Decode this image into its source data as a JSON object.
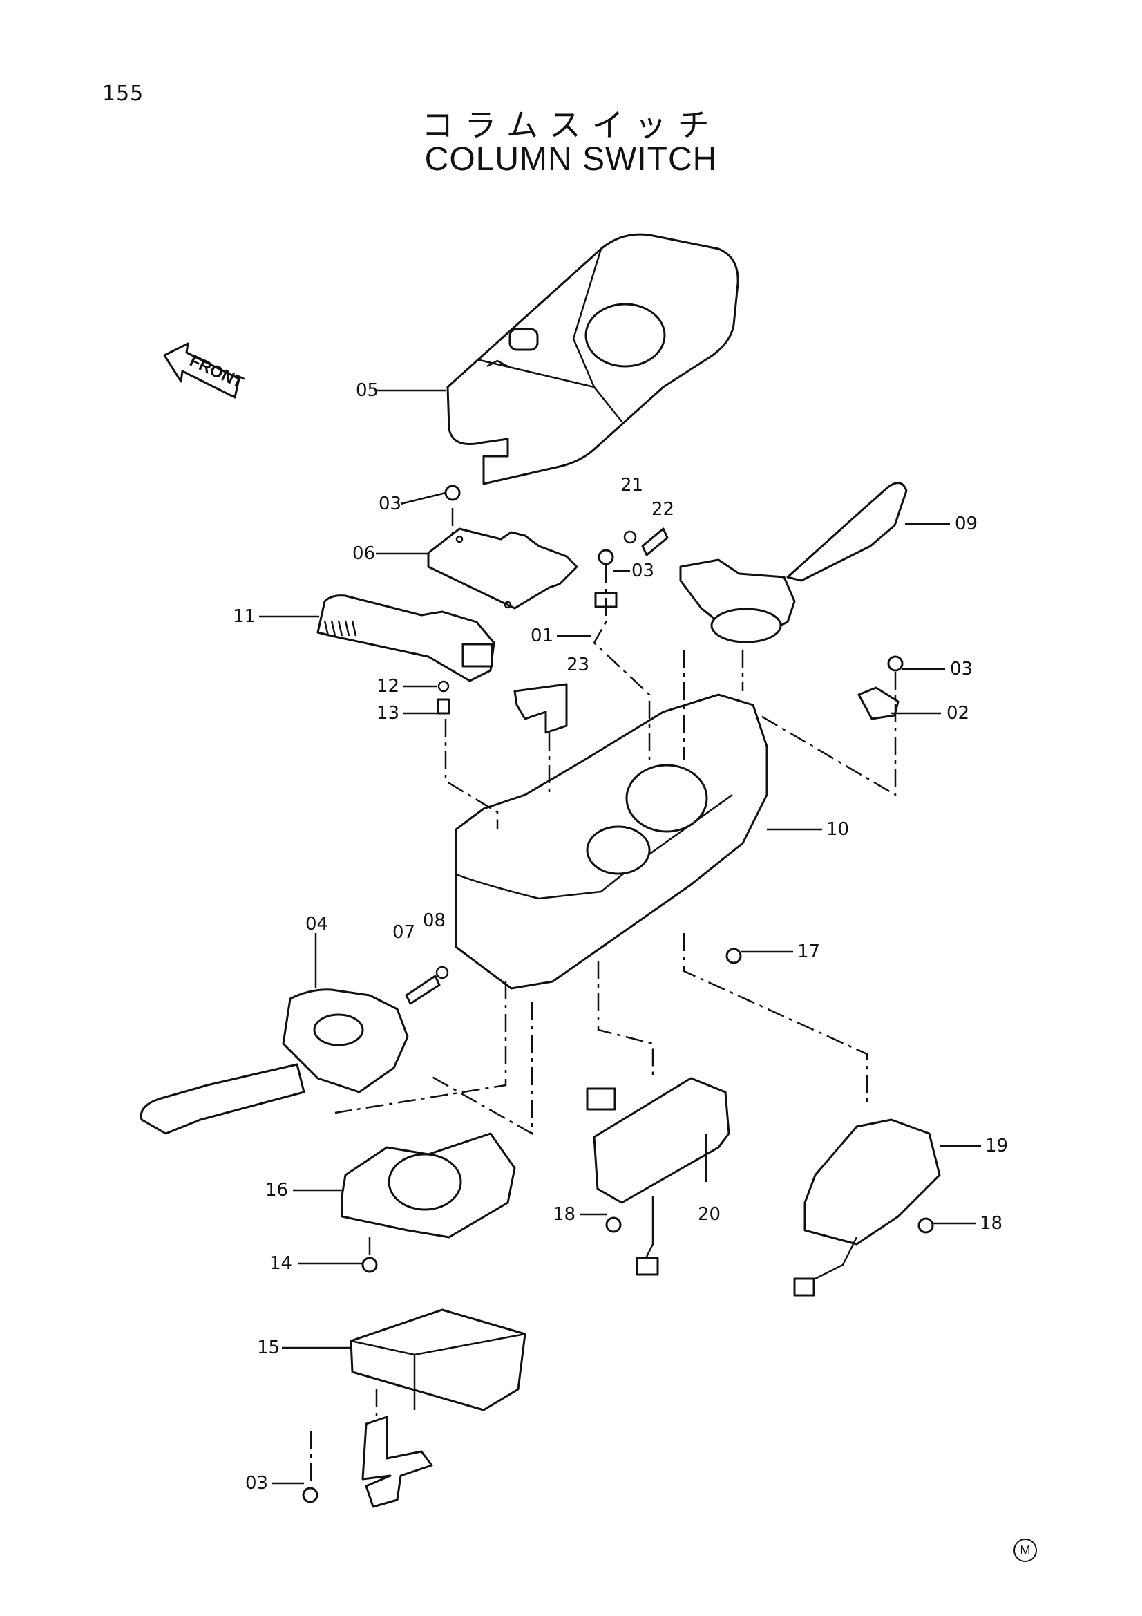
{
  "page_number": "155",
  "title_jp": "コラムスイッチ",
  "title_en": "COLUMN SWITCH",
  "front_label": "FRONT",
  "corner_mark": "M",
  "callouts": {
    "c05": "05",
    "c03a": "03",
    "c06": "06",
    "c11": "11",
    "c21": "21",
    "c22": "22",
    "c09": "09",
    "c03b": "03",
    "c01": "01",
    "c23": "23",
    "c03c": "03",
    "c02": "02",
    "c12": "12",
    "c13": "13",
    "c10": "10",
    "c04": "04",
    "c07": "07",
    "c08": "08",
    "c17": "17",
    "c16": "16",
    "c14": "14",
    "c18a": "18",
    "c20": "20",
    "c19": "19",
    "c18b": "18",
    "c15": "15",
    "c03d": "03"
  }
}
